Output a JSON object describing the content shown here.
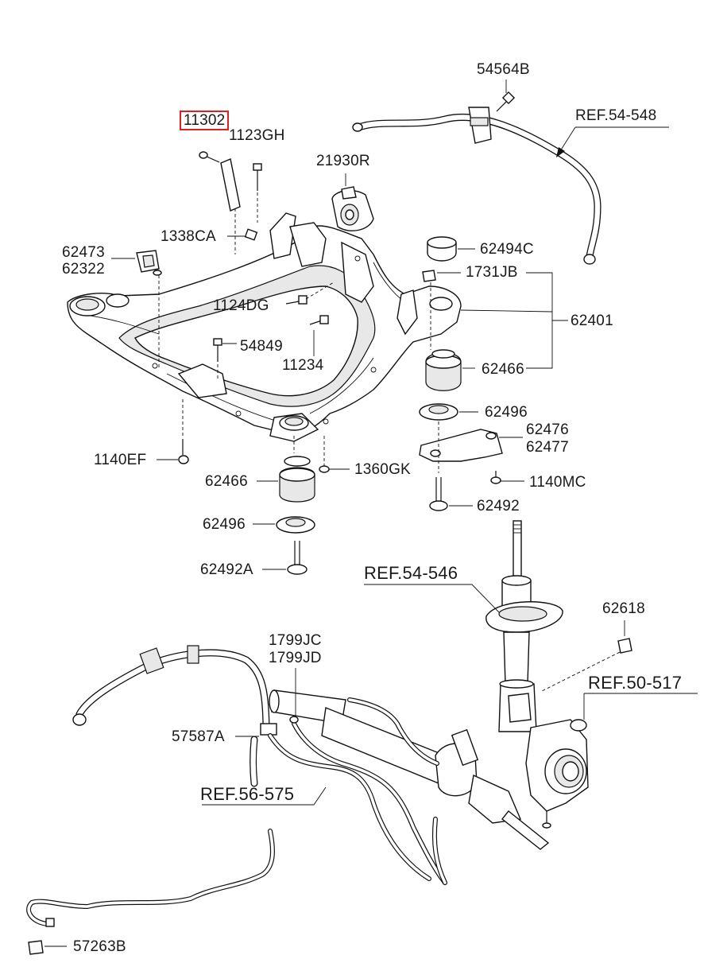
{
  "labels": {
    "p11302": "11302",
    "p1123GH": "1123GH",
    "p21930R": "21930R",
    "p54564B": "54564B",
    "ref54548": "REF.54-548",
    "p1338CA": "1338CA",
    "p62473": "62473",
    "p62322": "62322",
    "p62494C": "62494C",
    "p1731JB": "1731JB",
    "p62401": "62401",
    "p1124DG": "1124DG",
    "p54849": "54849",
    "p11234": "11234",
    "p62466a": "62466",
    "p62496a": "62496",
    "p62476": "62476",
    "p62477": "62477",
    "p1140EF": "1140EF",
    "p1360GK": "1360GK",
    "p62466b": "62466",
    "p1140MC": "1140MC",
    "p62492": "62492",
    "p62496b": "62496",
    "p62492A": "62492A",
    "ref54546": "REF.54-546",
    "p62618": "62618",
    "p1799JC": "1799JC",
    "p1799JD": "1799JD",
    "ref50517": "REF.50-517",
    "p57587A": "57587A",
    "ref56575": "REF.56-575",
    "p57263B": "57263B"
  },
  "highlight": {
    "part": "11302",
    "color": "#e02020"
  }
}
